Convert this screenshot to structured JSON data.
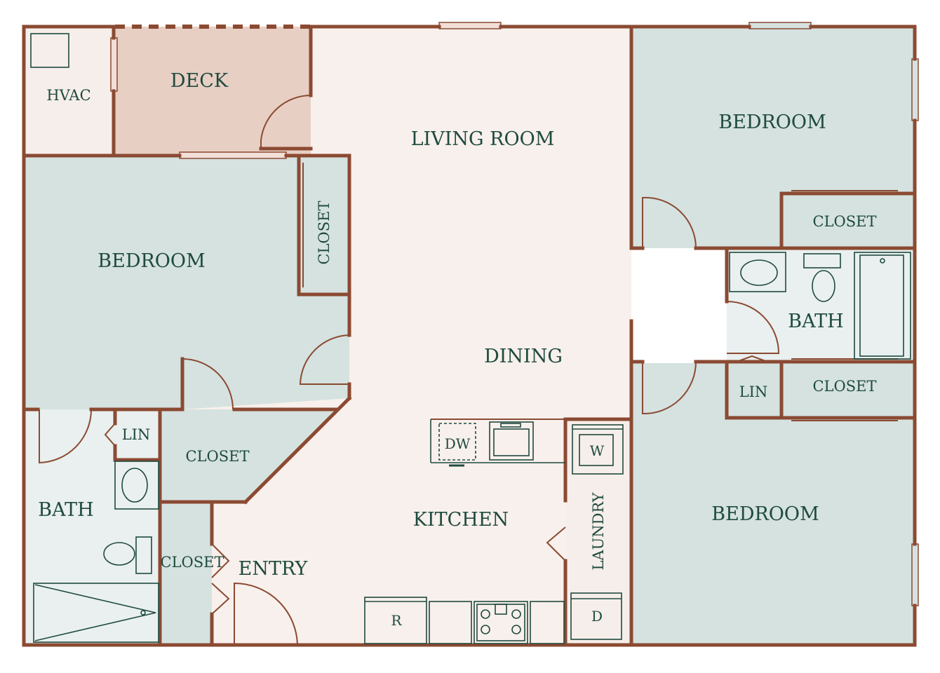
{
  "floorplan": {
    "rooms": {
      "hvac": "HVAC",
      "deck": "DECK",
      "living_room": "LIVING ROOM",
      "bedroom_left": "BEDROOM",
      "closet_left_vertical": "CLOSET",
      "bedroom_top_right": "BEDROOM",
      "closet_top_right": "CLOSET",
      "bath_right": "BATH",
      "dining": "DINING",
      "lin_right": "LIN",
      "closet_mid_right": "CLOSET",
      "lin_left": "LIN",
      "closet_center_left": "CLOSET",
      "bath_left": "BATH",
      "closet_entry": "CLOSET",
      "entry": "ENTRY",
      "kitchen": "KITCHEN",
      "laundry": "LAUNDRY",
      "bedroom_bottom_right": "BEDROOM"
    },
    "appliances": {
      "dishwasher": "DW",
      "refrigerator": "R",
      "washer": "W",
      "dryer": "D"
    },
    "colors": {
      "wall": "#8b4a32",
      "bedroom_fill": "#d5e2e0",
      "common_fill": "#f6eeea",
      "deck_fill": "#e8cfc4",
      "label_text": "#1f4a3f"
    }
  }
}
